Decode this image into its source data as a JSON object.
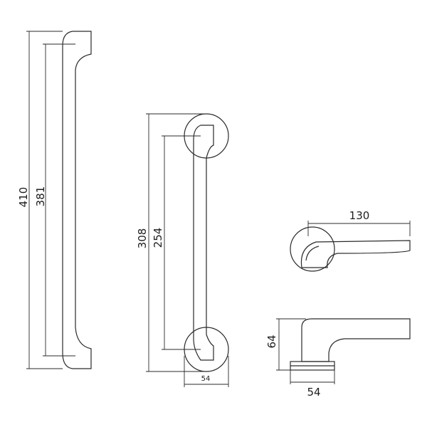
{
  "dimensions": {
    "long_pull_overall": "410",
    "long_pull_centers": "381",
    "rose_pull_overall": "308",
    "rose_pull_centers": "254",
    "rose_diameter": "54",
    "lever_length": "130",
    "lever_projection": "64",
    "lever_rose_diameter": "54"
  }
}
